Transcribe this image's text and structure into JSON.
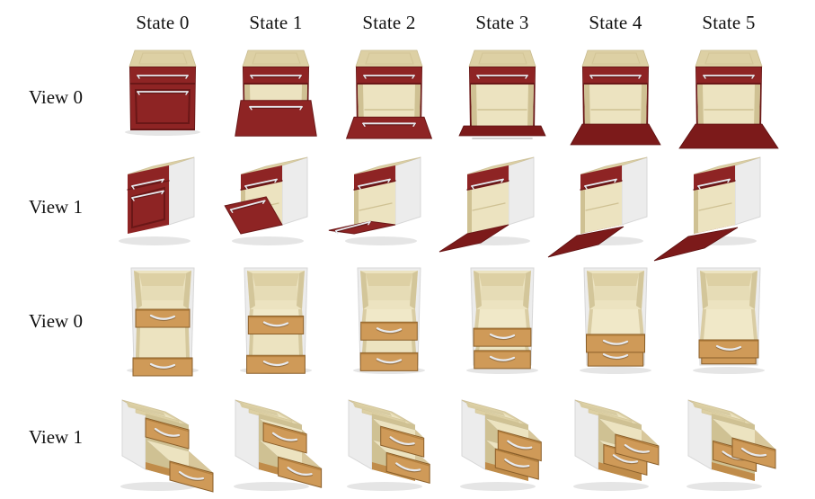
{
  "figure": {
    "background_color": "#ffffff",
    "text_color": "#111111",
    "column_headers": [
      "State 0",
      "State 1",
      "State 2",
      "State 3",
      "State 4",
      "State 5"
    ],
    "rows": [
      {
        "label": "View 0",
        "object": "red-drop-door-cabinet",
        "view": "front",
        "door_open": [
          0,
          0.27,
          0.55,
          0.8,
          1.0,
          1.15
        ]
      },
      {
        "label": "View 1",
        "object": "red-drop-door-cabinet",
        "view": "three-quarter",
        "door_open": [
          0,
          0.35,
          0.65,
          0.9,
          1.05,
          1.2
        ]
      },
      {
        "label": "View 0",
        "object": "wood-two-drawer-cabinet",
        "view": "front",
        "top_drawer_open": [
          0,
          0.22,
          0.42,
          0.62,
          0.82,
          1.0
        ],
        "bottom_drawer_open": [
          1.0,
          0.8,
          0.6,
          0.42,
          0.22,
          0.06
        ]
      },
      {
        "label": "View 1",
        "object": "wood-two-drawer-cabinet",
        "view": "three-quarter",
        "top_drawer_open": [
          0,
          0.22,
          0.42,
          0.62,
          0.82,
          1.0
        ],
        "bottom_drawer_open": [
          1.0,
          0.8,
          0.6,
          0.42,
          0.22,
          0.06
        ]
      }
    ],
    "colors": {
      "red": "#8e2424",
      "red_deep": "#6a1717",
      "red_dark": "#7c1a1a",
      "red_edge": "#5d1111",
      "cream_top": "#ddd0a4",
      "cream_interior": "#ece3c0",
      "cream_light": "#f0e8c8",
      "cream_shade": "#cfc193",
      "oak": "#cf9a58",
      "oak_dark": "#b5813f",
      "oak_edge": "#8a5f2a",
      "oak_wall": "#d8c79b",
      "panel_white": "#ececec",
      "panel_border": "#d7d7d7",
      "handle_silver": "#e7eaef",
      "slot_dark": "#3d2e1c",
      "shadow": "rgba(0,0,0,0.10)"
    }
  }
}
